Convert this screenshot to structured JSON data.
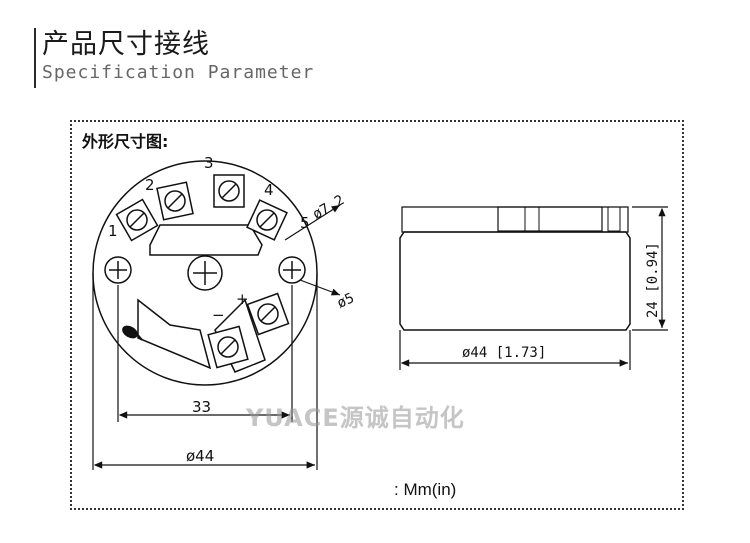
{
  "header": {
    "title_cn": "产品尺寸接线",
    "title_en": "Specification Parameter"
  },
  "diagram": {
    "section_label": "外形尺寸图:",
    "terminals": [
      "1",
      "2",
      "3",
      "4",
      "5"
    ],
    "polarity": {
      "minus": "−",
      "plus": "+"
    },
    "front_view": {
      "hole_dia": "ø7.2",
      "center_dia": "ø5",
      "mount_span": "33",
      "outer_dia": "ø44"
    },
    "side_view": {
      "width": "ø44 [1.73]",
      "height": "24 [0.94]"
    },
    "watermark": "YUACE源诚自动化",
    "unit": ": Mm(in)"
  }
}
